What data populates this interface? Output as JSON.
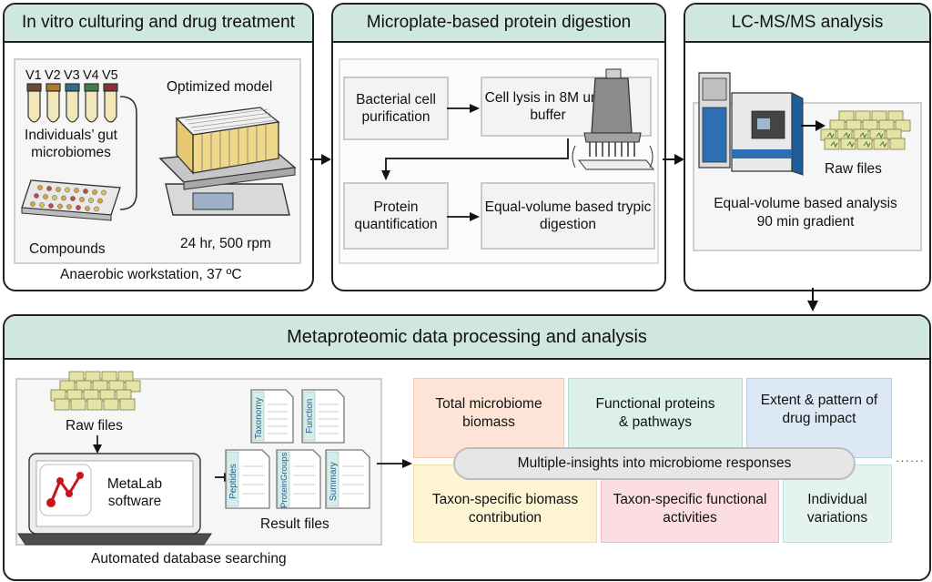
{
  "panel1": {
    "title": "In vitro culturing and drug treatment",
    "vessel_labels": [
      "V1",
      "V2",
      "V3",
      "V4",
      "V5"
    ],
    "microbiome_label": "Individuals’ gut microbiomes",
    "compounds_label": "Compounds",
    "model_label": "Optimized model",
    "shaker_label": "24 hr, 500 rpm",
    "footer": "Anaerobic workstation, 37 ºC"
  },
  "panel2": {
    "title": "Microplate-based protein digestion",
    "step1": "Bacterial cell purification",
    "step2": "Cell lysis in 8M urea buffer",
    "step3": "Protein quantification",
    "step4": "Equal-volume based trypic digestion"
  },
  "panel3": {
    "title": "LC-MS/MS analysis",
    "raw_label": "Raw files",
    "analysis_line1": "Equal-volume based analysis",
    "analysis_line2": "90 min gradient"
  },
  "panel4": {
    "title": "Metaproteomic data processing and analysis",
    "raw_label": "Raw files",
    "software_label": "MetaLab software",
    "file_tabs": [
      "Taxonomy",
      "Function",
      "Peptides",
      "ProteinGroups",
      "Summary"
    ],
    "result_label": "Result files",
    "footer": "Automated database searching",
    "insights_label": "Multiple-insights into microbiome responses",
    "ellipsis": "······",
    "tiles": [
      {
        "text": "Total microbiome biomass",
        "color": "#fde4d6"
      },
      {
        "text": "Functional proteins & pathways",
        "color": "#dcefeb"
      },
      {
        "text": "Extent & pattern of drug impact",
        "color": "#dce8f4"
      },
      {
        "text": "Taxon-specific biomass contribution",
        "color": "#fdf4d4"
      },
      {
        "text": "Taxon-specific functional activities",
        "color": "#fbdde3"
      },
      {
        "text": "Individual variations",
        "color": "#e4f3ef"
      }
    ]
  }
}
